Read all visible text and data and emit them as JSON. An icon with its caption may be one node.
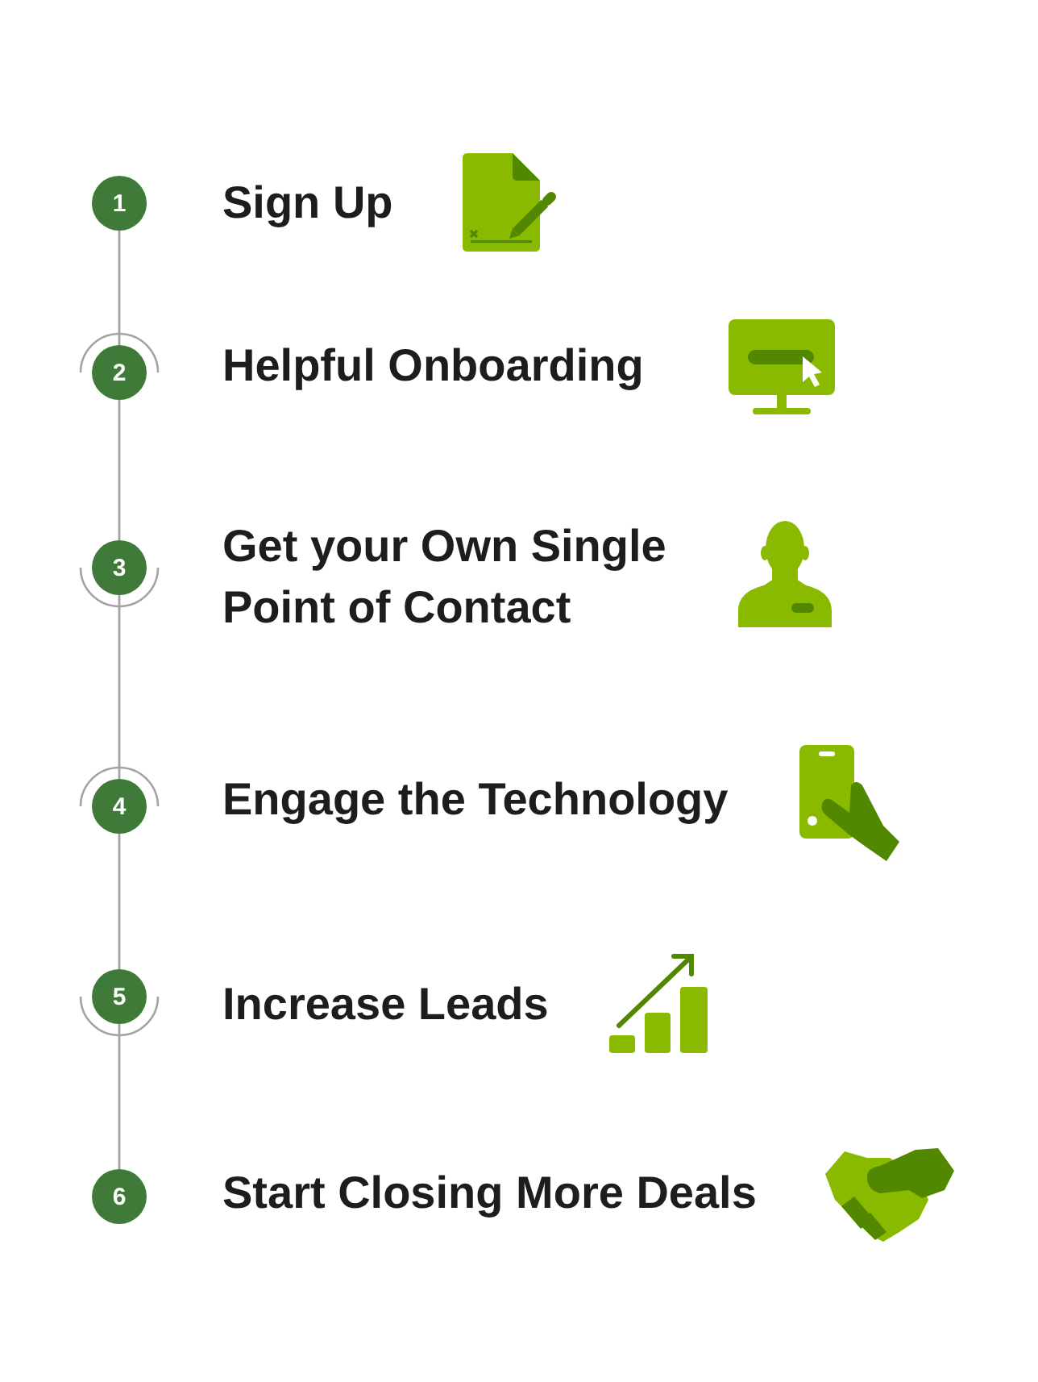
{
  "diagram": {
    "nodes": [
      {
        "text": [
          "1"
        ],
        "beside": [
          "Sign Up"
        ]
      },
      {
        "text": [
          "2"
        ],
        "beside": [
          "Helpful Onboarding"
        ]
      },
      {
        "text": [
          "3"
        ],
        "beside": [
          "Get your Own Single Point of Contact"
        ]
      },
      {
        "text": [
          "4"
        ],
        "beside": [
          "Engage the Technology"
        ]
      },
      {
        "text": [
          "5"
        ],
        "beside": [
          "Increase Leads"
        ]
      },
      {
        "text": [
          "6"
        ],
        "beside": [
          "Start Closing More Deals"
        ]
      }
    ],
    "edges": [
      {
        "from": 0,
        "to": 1,
        "arrow": "none"
      },
      {
        "from": 1,
        "to": 2,
        "arrow": "none"
      },
      {
        "from": 2,
        "to": 3,
        "arrow": "none"
      },
      {
        "from": 3,
        "to": 4,
        "arrow": "none"
      },
      {
        "from": 4,
        "to": 5,
        "arrow": "none"
      }
    ]
  }
}
